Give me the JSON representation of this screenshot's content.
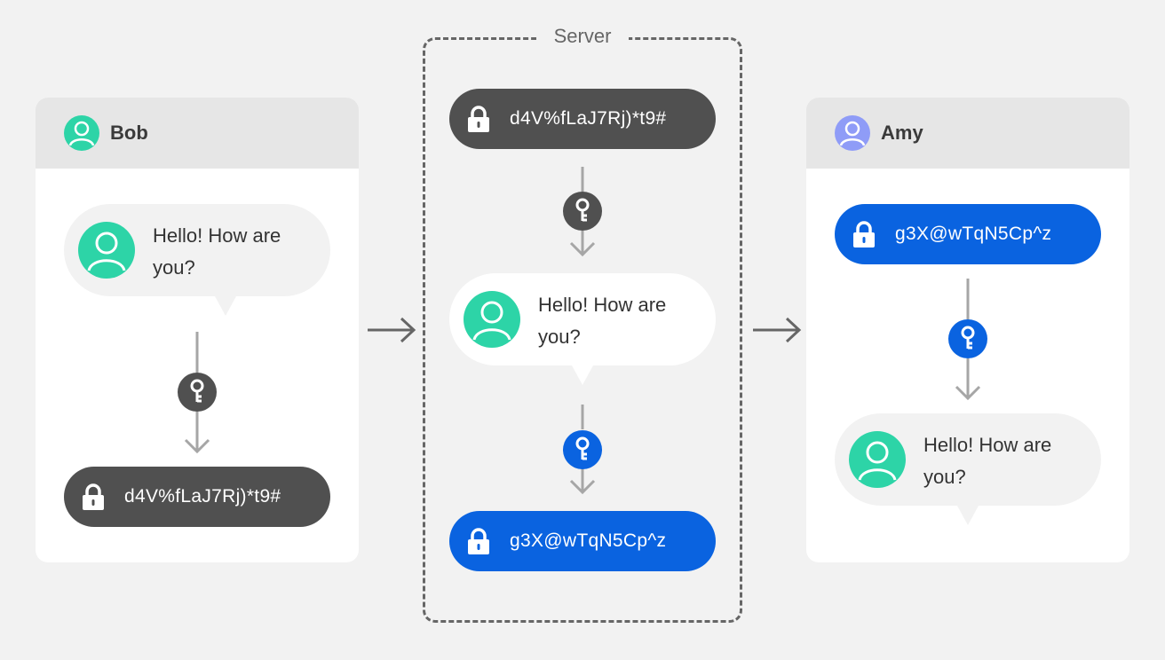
{
  "server": {
    "label": "Server"
  },
  "bob": {
    "name": "Bob",
    "message": "Hello! How are you?",
    "encrypted": "d4V%fLaJ7Rj)*t9#"
  },
  "middle": {
    "encrypted_in": "d4V%fLaJ7Rj)*t9#",
    "message": "Hello! How are you?",
    "encrypted_out": "g3X@wTqN5Cp^z"
  },
  "amy": {
    "name": "Amy",
    "encrypted": "g3X@wTqN5Cp^z",
    "message": "Hello! How are you?"
  },
  "colors": {
    "background": "#f2f2f2",
    "panel_header": "#e6e6e6",
    "dark_pill": "#505050",
    "blue_pill": "#0a63e0",
    "bob_avatar": "#2dd4a7",
    "amy_avatar": "#8f9cf7",
    "arrow": "#666666",
    "connector": "#a6a6a6"
  },
  "icons": [
    "user-icon",
    "lock-icon",
    "key-icon",
    "arrow-right-icon",
    "arrow-down-icon"
  ]
}
